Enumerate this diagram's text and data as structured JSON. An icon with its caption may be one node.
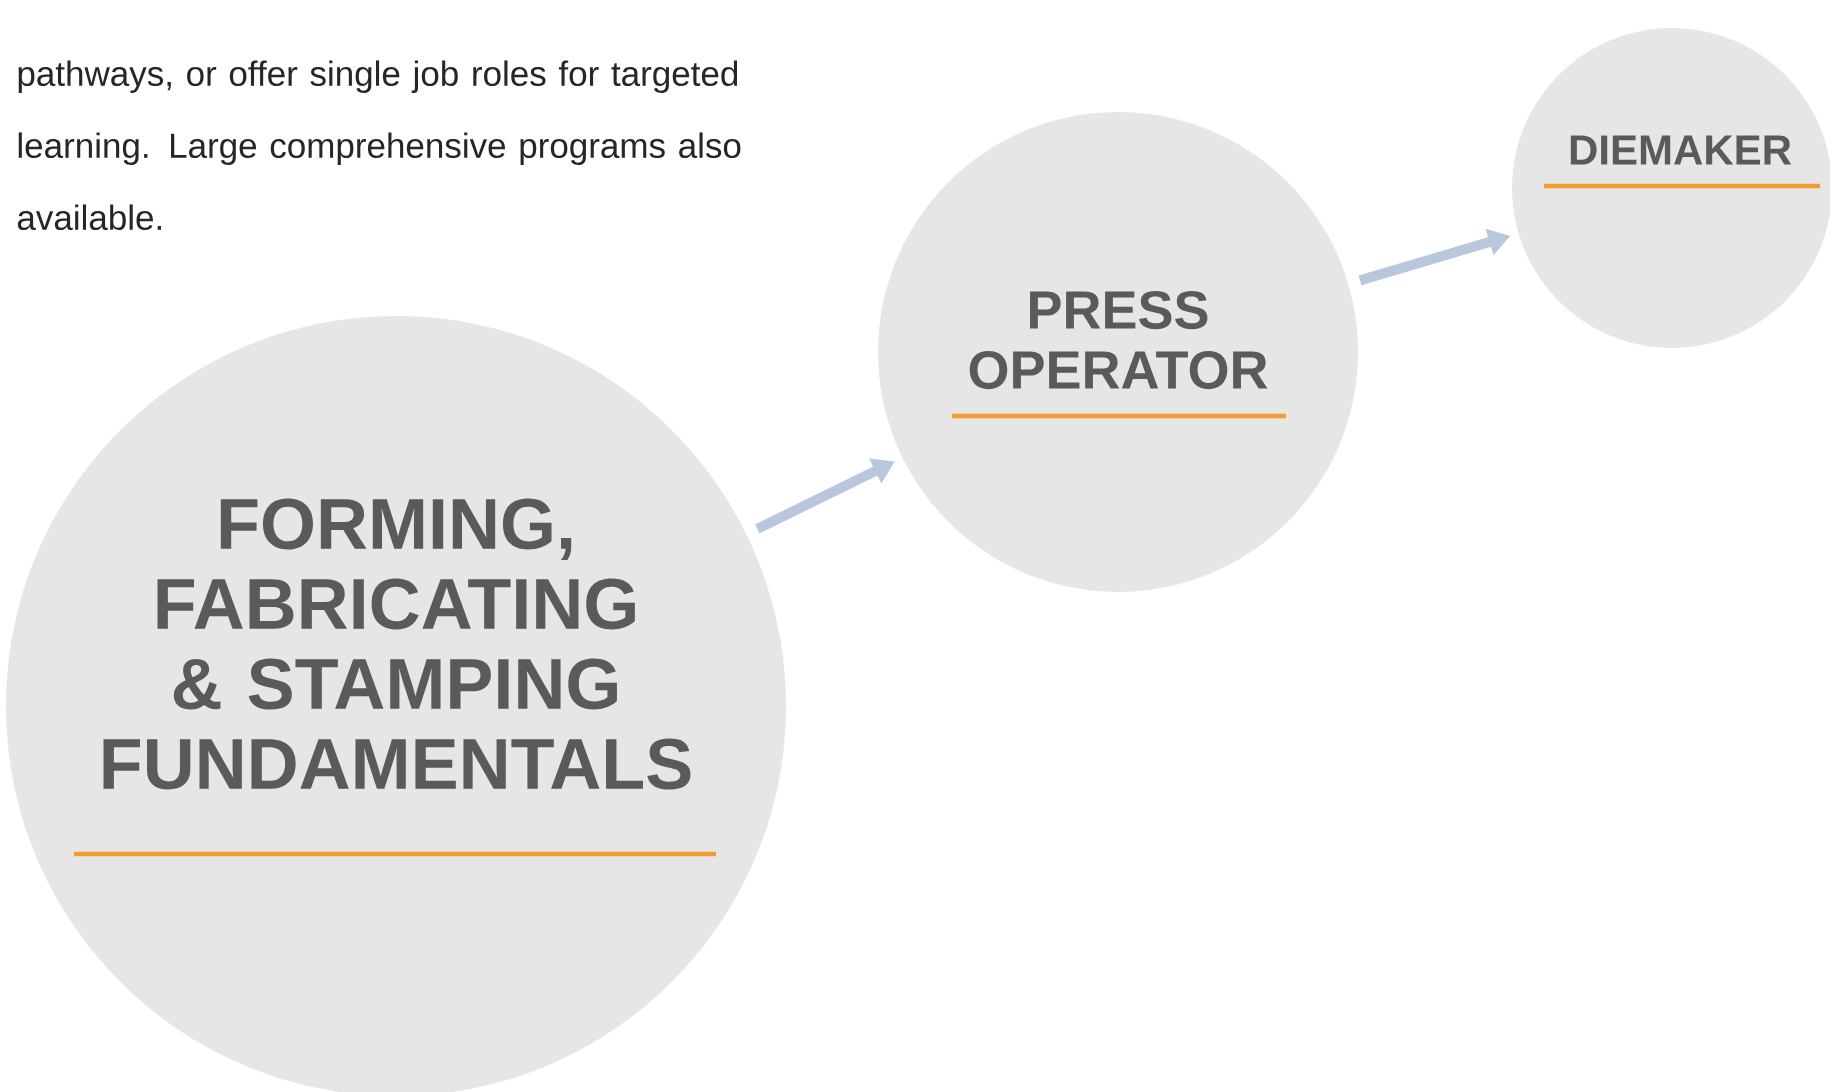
{
  "diagram": {
    "nodes": [
      {
        "text": [
          "FORMING, FABRICATING & STAMPING FUNDAMENTALS"
        ]
      },
      {
        "text": [
          "PRESS OPERATOR"
        ]
      },
      {
        "text": [
          "DIEMAKER"
        ]
      }
    ],
    "edges": [
      {
        "from": 0,
        "to": 1,
        "arrow": "to"
      },
      {
        "from": 1,
        "to": 2,
        "arrow": "to"
      }
    ],
    "labels": [
      "pathways, or offer single job roles for targeted learning. Large comprehensive programs also available."
    ]
  }
}
